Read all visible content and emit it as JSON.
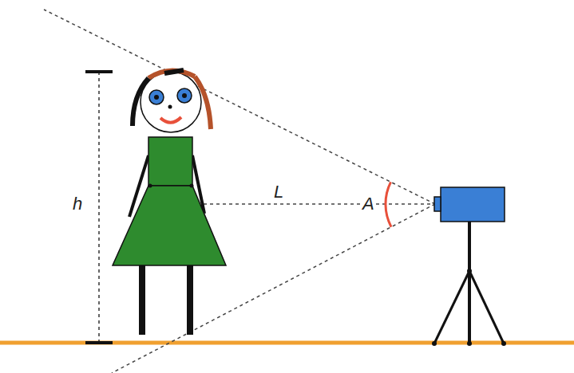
{
  "diagram": {
    "labels": [
      "h",
      "L",
      "A"
    ]
  }
}
